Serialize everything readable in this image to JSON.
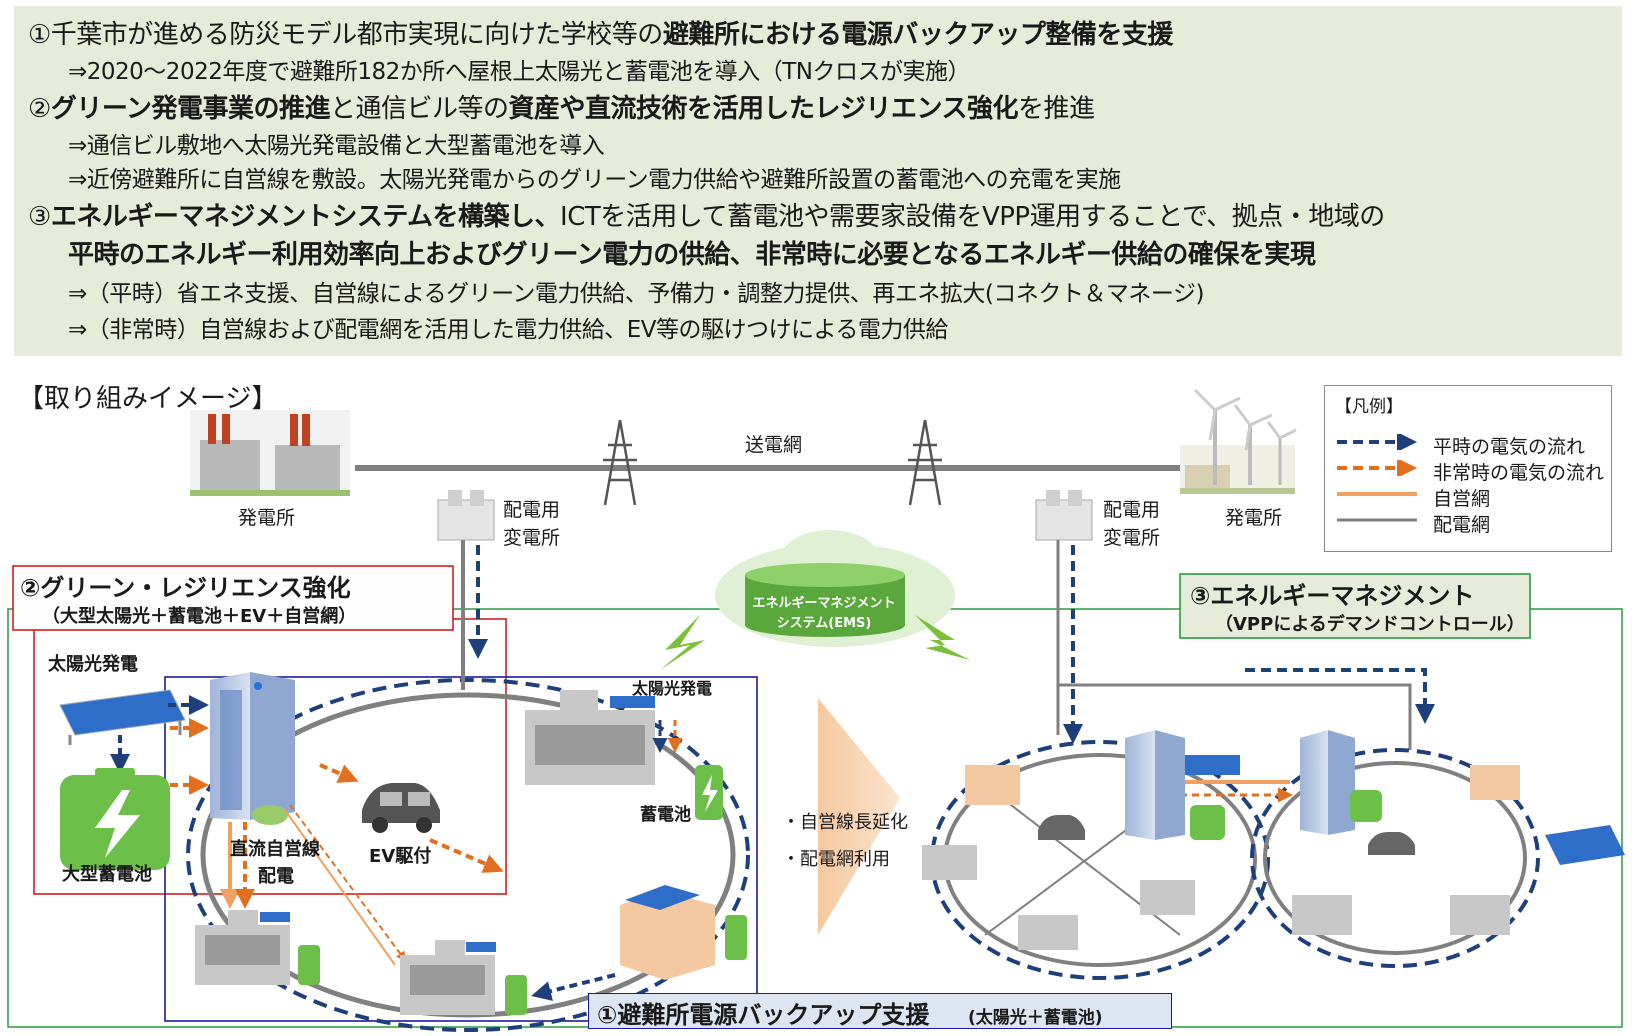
{
  "summary": {
    "line1_prefix": "①千葉市が進める防災モデル都市実現に向けた学校等の",
    "line1_bold": "避難所における電源バックアップ整備を支援",
    "line1_sub": "⇒2020～2022年度で避難所182か所へ屋根上太陽光と蓄電池を導入（TNクロスが実施）",
    "line2_a": "②",
    "line2_b": "グリーン発電事業の推進",
    "line2_c": "と通信ビル等の",
    "line2_d": "資産や直流技術を活用したレジリエンス強化",
    "line2_e": "を推進",
    "line2_sub1": "⇒通信ビル敷地へ太陽光発電設備と大型蓄電池を導入",
    "line2_sub2": "⇒近傍避難所に自営線を敷設。太陽光発電からのグリーン電力供給や避難所設置の蓄電池への充電を実施",
    "line3_a": "③",
    "line3_b": "エネルギーマネジメントシステムを構築し、",
    "line3_c": "ICTを活用して蓄電池や需要家設備をVPP運用することで、拠点・地域の",
    "line3_bold2": "平時のエネルギー利用効率向上およびグリーン電力の供給、非常時に必要となるエネルギー供給の確保を実現",
    "line3_sub1": "⇒（平時）省エネ支援、自営線によるグリーン電力供給、予備力・調整力提供、再エネ拡大(コネクト＆マネージ)",
    "line3_sub2": "⇒（非常時）自営線および配電網を活用した電力供給、EV等の駆けつけによる電力供給"
  },
  "diagram": {
    "heading": "【取り組みイメージ】",
    "grid_label": "送電網",
    "plant_left": "発電所",
    "plant_right": "発電所",
    "substation_left": [
      "配電用",
      "変電所"
    ],
    "substation_right": [
      "配電用",
      "変電所"
    ],
    "ems": [
      "エネルギーマネジメント",
      "システム(EMS)"
    ],
    "box2_title": "②グリーン・レジリエンス強化",
    "box2_sub": "（大型太陽光＋蓄電池＋EV＋自営網）",
    "box3_title": "③エネルギーマネジメント",
    "box3_sub": "（VPPによるデマンドコントロール）",
    "box1_title": "①避難所電源バックアップ支援",
    "box1_sub": "(太陽光＋蓄電池)",
    "solar_left": "太陽光発電",
    "solar_shelter": "太陽光発電",
    "battery_large": "大型蓄電池",
    "battery_shelter": "蓄電池",
    "dc_line": [
      "直流自営線",
      "配電"
    ],
    "ev": "EV駆付",
    "extension": [
      "・自営線長延化",
      "・配電網利用"
    ]
  },
  "legend": {
    "title": "【凡例】",
    "items": [
      {
        "label": "平時の電気の流れ",
        "color": "#1f3f7a",
        "style": "dashed-arrow"
      },
      {
        "label": "非常時の電気の流れ",
        "color": "#e07020",
        "style": "dashed-arrow"
      },
      {
        "label": "自営網",
        "color": "#f0a060",
        "style": "solid"
      },
      {
        "label": "配電網",
        "color": "#808080",
        "style": "solid"
      }
    ]
  },
  "colors": {
    "summary_bg": "#e7ebd9",
    "normal_flow": "#1f3f7a",
    "emergency_flow": "#e07020",
    "own_line": "#f0a060",
    "grid_line": "#808080",
    "box2_border": "#d02020",
    "box1_border": "#1a1aa0",
    "box3_border": "#2a9a40",
    "battery_green": "#6cc04a"
  }
}
